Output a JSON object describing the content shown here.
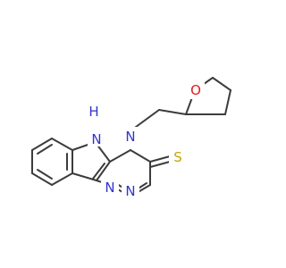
{
  "molecule": {
    "atom_labels": {
      "n_indole": "N",
      "h_indole": "H",
      "n4": "N",
      "n1": "N",
      "n2": "N",
      "sulfur": "S",
      "oxygen": "O"
    },
    "colors": {
      "bond": "#3c3c3c",
      "nitrogen": "#3333cc",
      "oxygen": "#e01b1b",
      "sulfur": "#c9a300"
    }
  }
}
